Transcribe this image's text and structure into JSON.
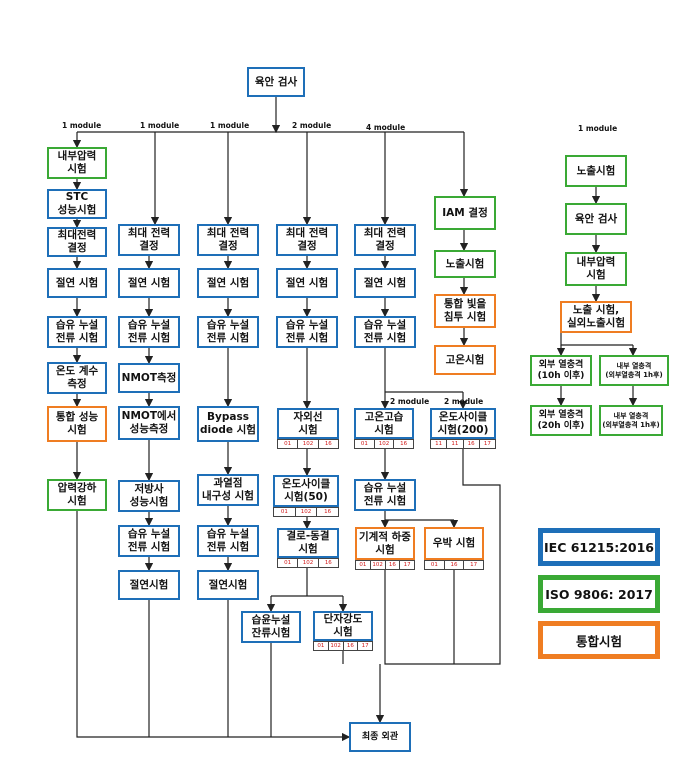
{
  "column_headers": [
    "1 module",
    "1 module",
    "1 module",
    "2 module",
    "4 module",
    "1 module"
  ],
  "branch_headers": [
    "2 module",
    "2 module"
  ],
  "nodes": {
    "visual_inspection": "육안 검사",
    "final_appearance": "최종 외관",
    "c1": [
      "내부압력\n시험",
      "STC\n성능시험",
      "최대전력\n결정",
      "절연 시험",
      "습유 누설\n전류 시험",
      "온도 계수\n측정",
      "통합 성능\n시험",
      "압력강하\n시험"
    ],
    "c2": [
      "최대 전력\n결정",
      "절연 시험",
      "습유 누설\n전류 시험",
      "NMOT측정",
      "NMOT에서\n성능측정",
      "저방사\n성능시험",
      "습유 누설\n전류 시험",
      "절연시험"
    ],
    "c3": [
      "최대 전력\n결정",
      "절연 시험",
      "습유 누설\n전류 시험",
      "Bypass\ndiode 시험",
      "과열점\n내구성 시험",
      "습유 누설\n전류 시험",
      "절연시험"
    ],
    "c4": [
      "최대 전력\n결정",
      "절연 시험",
      "습유 누설\n전류 시험",
      "자외선\n시험",
      "온도사이클\n시험(50)",
      "결로-동결\n시험",
      "습윤누설\n잔류시험",
      "단자강도\n시험"
    ],
    "c5": [
      "최대 전력\n결정",
      "절연 시험",
      "습유 누설\n전류 시험",
      "고온고습\n시험",
      "온도사이클\n시험(200)",
      "습유 누설\n전류 시험",
      "기계적 하중\n시험",
      "우박 시험"
    ],
    "c6": [
      "IAM 결정",
      "노출시험",
      "통합 빛을\n침투 시험",
      "고온시험"
    ],
    "c7": [
      "노출시험",
      "육안 검사",
      "내부압력\n시험",
      "노출 시험,\n실외노출시험",
      "외부 열충격\n(10h 이후)",
      "내부 열충격\n(외부열충격 1h후)",
      "외부 열충격\n(20h 이후)",
      "내부 열충격\n(외부열충격 1h후)"
    ]
  },
  "sequence_cells": {
    "uv": [
      "01",
      "102",
      "16"
    ],
    "tc50": [
      "01",
      "102",
      "16"
    ],
    "hf": [
      "01",
      "102",
      "16"
    ],
    "term": [
      "01",
      "102",
      "16",
      "17"
    ],
    "dh": [
      "01",
      "102",
      "16"
    ],
    "tc200": [
      "11",
      "11",
      "16",
      "17"
    ],
    "ml": [
      "01",
      "102",
      "16",
      "17"
    ],
    "hail": [
      "01",
      "16",
      "17"
    ]
  },
  "legend": [
    {
      "label": "IEC 61215:2016",
      "color": "#1e6fb8"
    },
    {
      "label": "ISO 9806: 2017",
      "color": "#3aa935"
    },
    {
      "label": "통합시험",
      "color": "#ef7d22"
    }
  ],
  "colors": {
    "iec": "#1e6fb8",
    "iso": "#3aa935",
    "integrated": "#ef7d22",
    "line": "#222222",
    "cell_text": "#d01818"
  }
}
